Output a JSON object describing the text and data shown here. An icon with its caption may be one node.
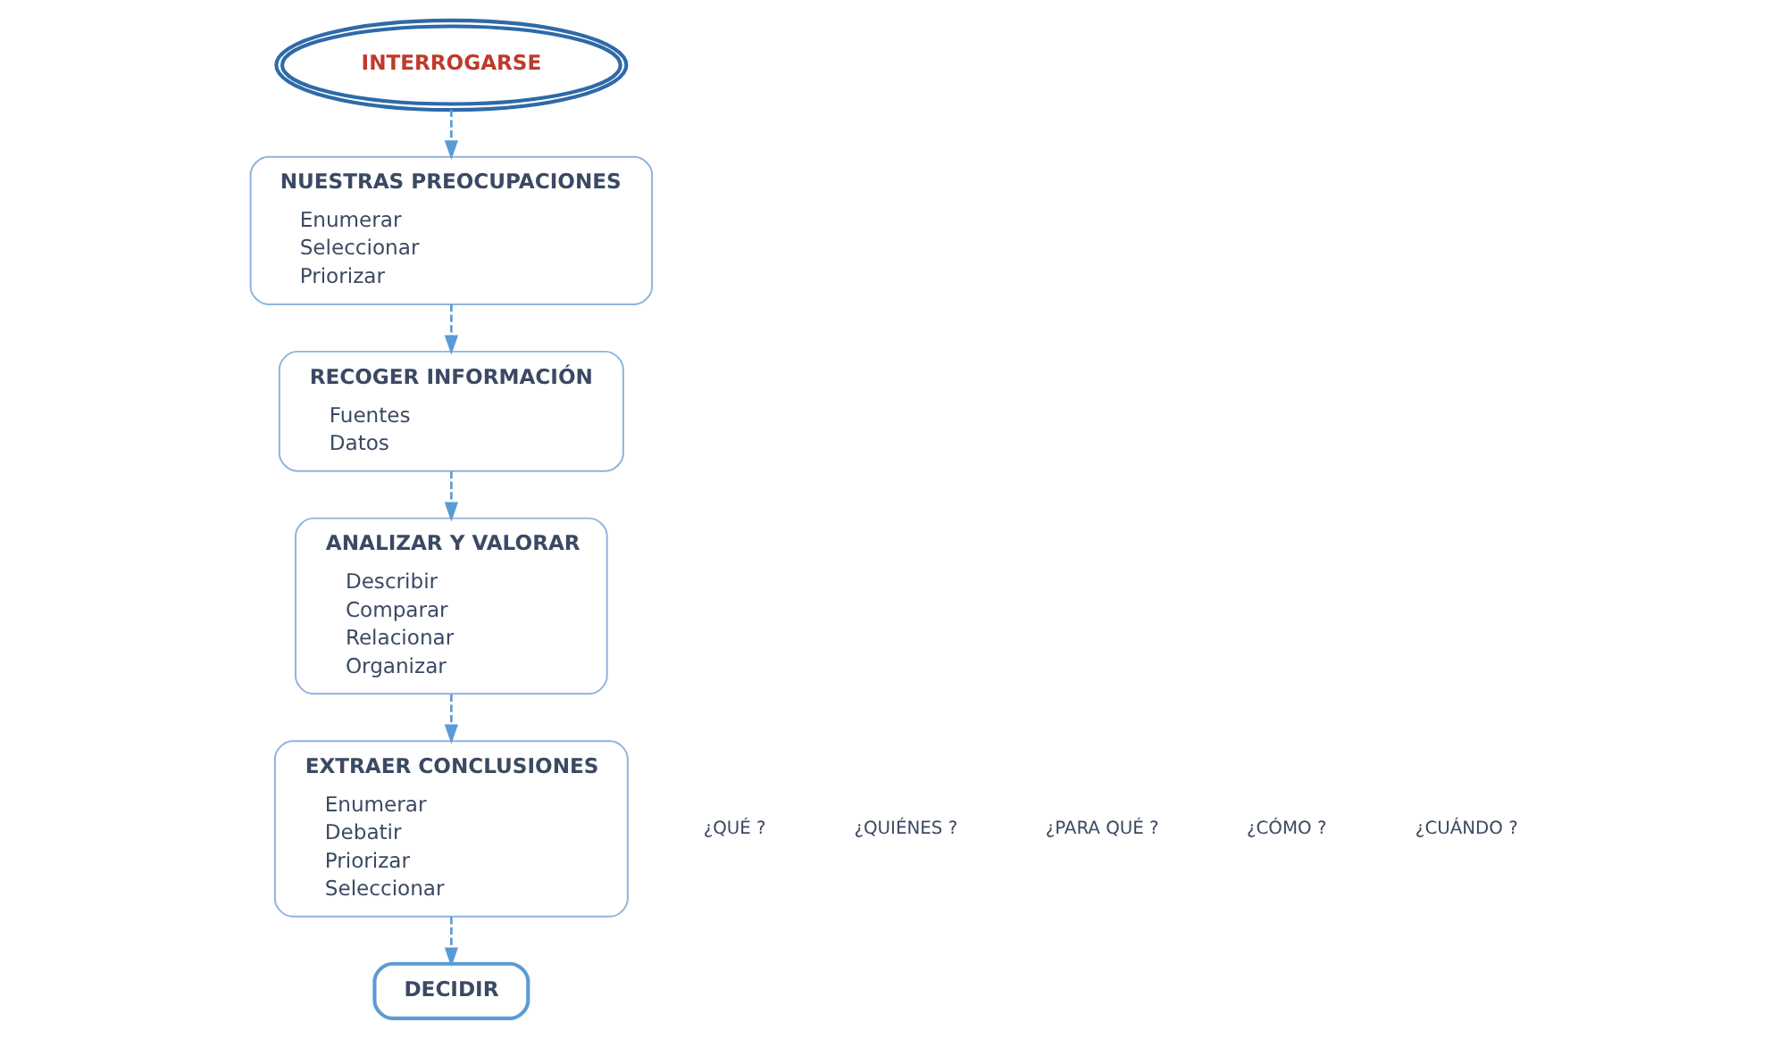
{
  "diagram": {
    "nodes": [
      {
        "text": [
          "INTERROGARSE"
        ]
      },
      {
        "text": [
          "NUESTRAS PREOCUPACIONES",
          "Enumerar",
          "Seleccionar",
          "Priorizar"
        ]
      },
      {
        "text": [
          "RECOGER INFORMACIÓN",
          "Fuentes",
          "Datos"
        ]
      },
      {
        "text": [
          "ANALIZAR Y VALORAR",
          "Describir",
          "Comparar",
          "Relacionar",
          "Organizar"
        ]
      },
      {
        "text": [
          "EXTRAER CONCLUSIONES",
          "Enumerar",
          "Debatir",
          "Priorizar",
          "Seleccionar"
        ]
      },
      {
        "text": [
          "DECIDIR"
        ]
      }
    ],
    "edges": [
      {
        "from": 0,
        "to": 1,
        "arrow": "to",
        "style": "dashed"
      },
      {
        "from": 1,
        "to": 2,
        "arrow": "to",
        "style": "dashed"
      },
      {
        "from": 2,
        "to": 3,
        "arrow": "to",
        "style": "dashed"
      },
      {
        "from": 3,
        "to": 4,
        "arrow": "to",
        "style": "dashed"
      },
      {
        "from": 4,
        "to": 5,
        "arrow": "to",
        "style": "dashed"
      }
    ],
    "labels": [
      "¿QUÉ ?",
      "¿QUIÉNES ?",
      "¿PARA QUÉ ?",
      "¿CÓMO ?",
      "¿CUÁNDO ?"
    ]
  }
}
